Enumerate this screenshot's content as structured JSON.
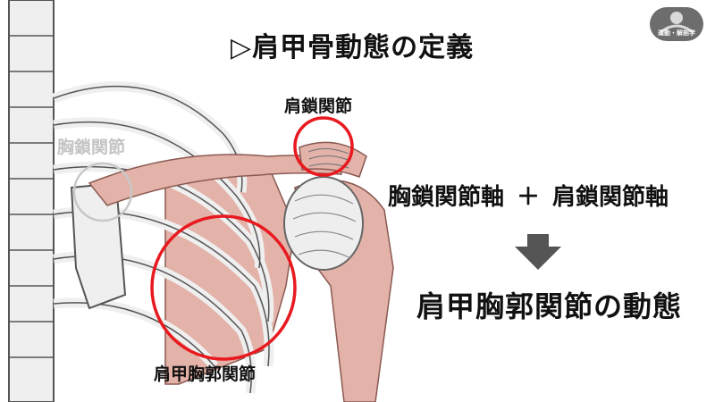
{
  "title": "▷肩甲骨動態の定義",
  "labels": {
    "acromioclavicular": "肩鎖関節",
    "sternoclavicular": "胸鎖関節",
    "scapulothoracic": "肩甲胸郭関節"
  },
  "equation": {
    "axis1": "胸鎖関節軸",
    "plus": "＋",
    "axis2": "肩鎖関節軸"
  },
  "result": "肩甲胸郭関節の動態",
  "logo_text": "運動・解剖学",
  "colors": {
    "highlight_circle": "#e8191f",
    "bone_fill": "#efefef",
    "bone_stroke": "#555555",
    "muscle_fill": "#e3b2a8",
    "arrow": "#555555"
  }
}
